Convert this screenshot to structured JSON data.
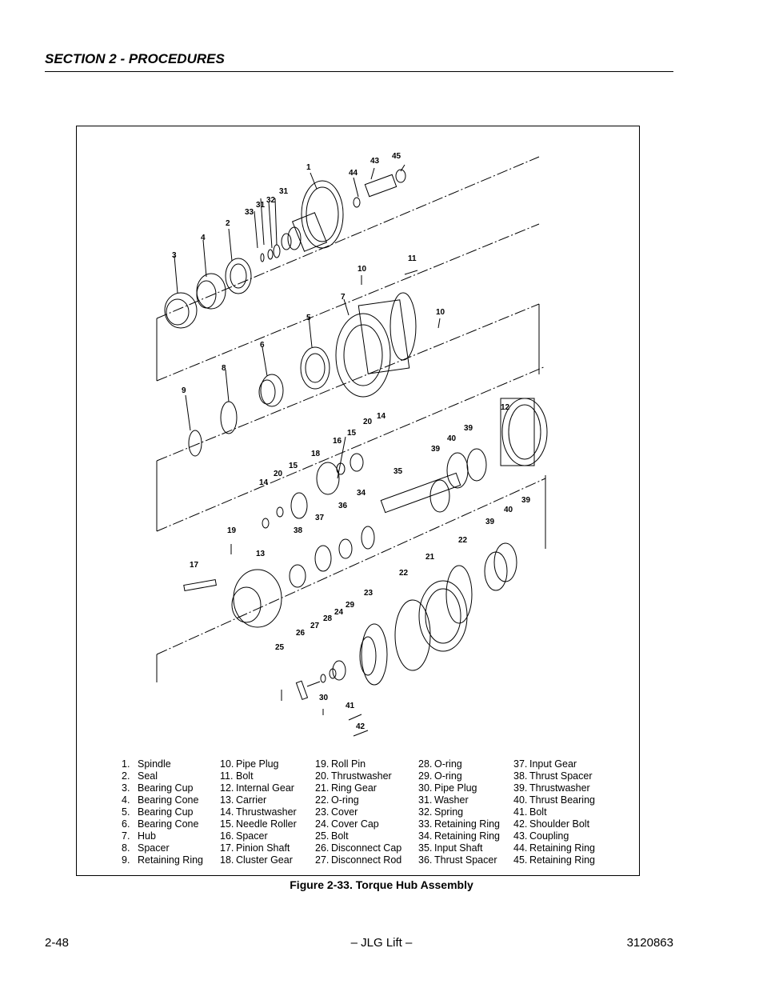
{
  "header": {
    "section_title": "SECTION 2 - PROCEDURES"
  },
  "figure": {
    "caption": "Figure 2-33.  Torque Hub Assembly",
    "callouts": [
      "1",
      "44",
      "43",
      "45",
      "33",
      "31",
      "32",
      "31",
      "2",
      "4",
      "3",
      "10",
      "11",
      "7",
      "10",
      "5",
      "6",
      "8",
      "9",
      "12",
      "20",
      "14",
      "16",
      "15",
      "18",
      "39",
      "40",
      "39",
      "15",
      "20",
      "14",
      "35",
      "34",
      "36",
      "37",
      "38",
      "19",
      "13",
      "17",
      "39",
      "40",
      "39",
      "22",
      "21",
      "22",
      "23",
      "29",
      "24",
      "28",
      "27",
      "26",
      "25",
      "30",
      "41",
      "42"
    ]
  },
  "legend": [
    [
      {
        "num": "1.",
        "name": "Spindle"
      },
      {
        "num": "2.",
        "name": "Seal"
      },
      {
        "num": "3.",
        "name": "Bearing Cup"
      },
      {
        "num": "4.",
        "name": "Bearing Cone"
      },
      {
        "num": "5.",
        "name": "Bearing Cup"
      },
      {
        "num": "6.",
        "name": "Bearing Cone"
      },
      {
        "num": "7.",
        "name": "Hub"
      },
      {
        "num": "8.",
        "name": "Spacer"
      },
      {
        "num": "9.",
        "name": "Retaining Ring"
      }
    ],
    [
      {
        "num": "10.",
        "name": "Pipe Plug"
      },
      {
        "num": "11.",
        "name": "Bolt"
      },
      {
        "num": "12.",
        "name": "Internal Gear"
      },
      {
        "num": "13.",
        "name": "Carrier"
      },
      {
        "num": "14.",
        "name": "Thrustwasher"
      },
      {
        "num": "15.",
        "name": "Needle Roller"
      },
      {
        "num": "16.",
        "name": "Spacer"
      },
      {
        "num": "17.",
        "name": "Pinion Shaft"
      },
      {
        "num": "18.",
        "name": "Cluster Gear"
      }
    ],
    [
      {
        "num": "19.",
        "name": "Roll Pin"
      },
      {
        "num": "20.",
        "name": "Thrustwasher"
      },
      {
        "num": "21.",
        "name": "Ring Gear"
      },
      {
        "num": "22.",
        "name": "O-ring"
      },
      {
        "num": "23.",
        "name": "Cover"
      },
      {
        "num": "24.",
        "name": "Cover Cap"
      },
      {
        "num": "25.",
        "name": "Bolt"
      },
      {
        "num": "26.",
        "name": "Disconnect Cap"
      },
      {
        "num": "27.",
        "name": "Disconnect Rod"
      }
    ],
    [
      {
        "num": "28.",
        "name": "O-ring"
      },
      {
        "num": "29.",
        "name": "O-ring"
      },
      {
        "num": "30.",
        "name": "Pipe Plug"
      },
      {
        "num": "31.",
        "name": "Washer"
      },
      {
        "num": "32.",
        "name": "Spring"
      },
      {
        "num": "33.",
        "name": "Retaining Ring"
      },
      {
        "num": "34.",
        "name": "Retaining Ring"
      },
      {
        "num": "35.",
        "name": "Input Shaft"
      },
      {
        "num": "36.",
        "name": "Thrust Spacer"
      }
    ],
    [
      {
        "num": "37.",
        "name": "Input Gear"
      },
      {
        "num": "38.",
        "name": "Thrust Spacer"
      },
      {
        "num": "39.",
        "name": "Thrustwasher"
      },
      {
        "num": "40.",
        "name": "Thrust Bearing"
      },
      {
        "num": "41.",
        "name": "Bolt"
      },
      {
        "num": "42.",
        "name": "Shoulder Bolt"
      },
      {
        "num": "43.",
        "name": "Coupling"
      },
      {
        "num": "44.",
        "name": "Retaining Ring"
      },
      {
        "num": "45.",
        "name": "Retaining Ring"
      }
    ]
  ],
  "footer": {
    "page_number": "2-48",
    "center": "– JLG Lift –",
    "doc_number": "3120863"
  }
}
